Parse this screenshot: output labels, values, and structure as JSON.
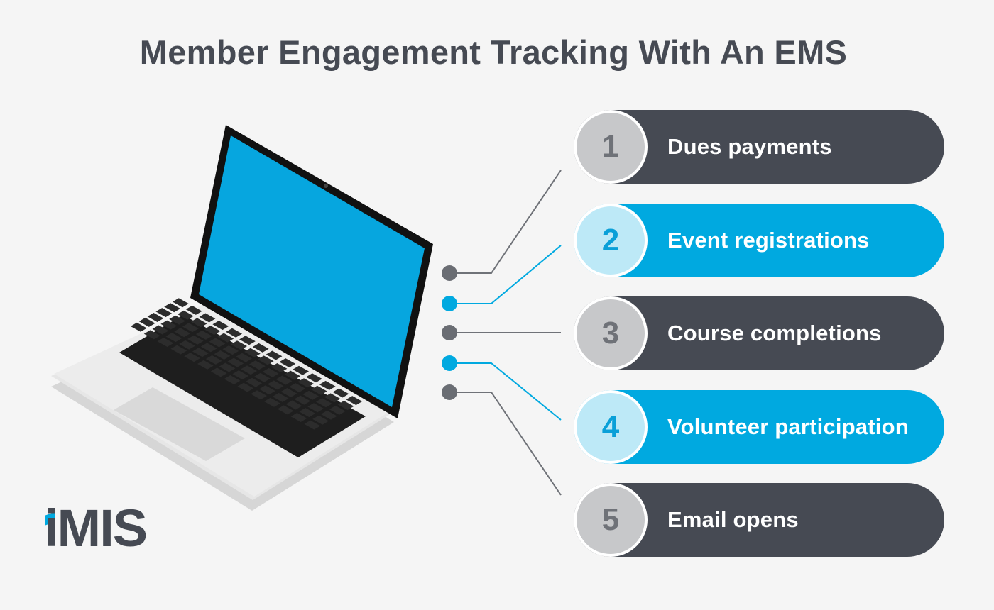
{
  "title": "Member Engagement Tracking With An EMS",
  "colors": {
    "background": "#f5f5f5",
    "dark": "#464a53",
    "blue": "#00a9e0",
    "dark_circle": "#c7c8ca",
    "blue_circle": "#bde9f7",
    "dark_num": "#6f7278",
    "blue_num": "#0aa0d8"
  },
  "items": [
    {
      "number": "1",
      "label": "Dues payments",
      "style": "dark"
    },
    {
      "number": "2",
      "label": "Event registrations",
      "style": "blue"
    },
    {
      "number": "3",
      "label": "Course completions",
      "style": "dark"
    },
    {
      "number": "4",
      "label": "Volunteer participation",
      "style": "blue"
    },
    {
      "number": "5",
      "label": "Email opens",
      "style": "dark"
    }
  ],
  "logo": {
    "text": "iMIS"
  },
  "illustration": {
    "laptop-icon": "laptop",
    "screen_color": "#06a6df"
  }
}
